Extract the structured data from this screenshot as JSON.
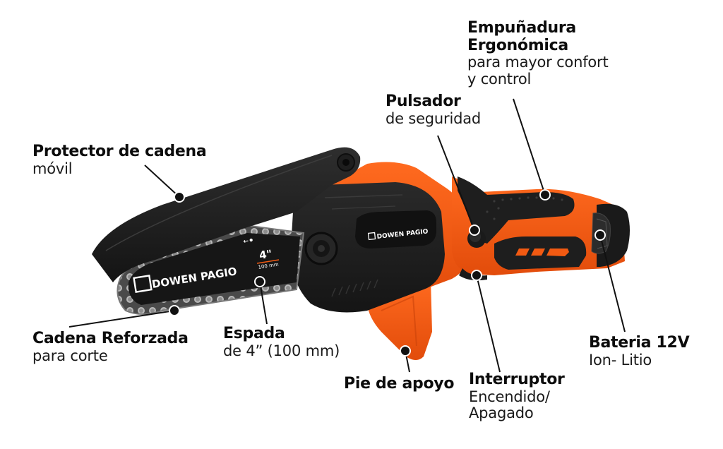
{
  "product": {
    "brand": "DOWEN PAGIO",
    "blade_size": "4\"",
    "blade_size_metric": "100 mm",
    "colors": {
      "orange": "#f25a12",
      "black": "#1b1b1b",
      "chain": "#9a9a9a",
      "text": "#0c0c0c",
      "background": "#ffffff"
    }
  },
  "callouts": {
    "grip": {
      "title_line1": "Empuñadura",
      "title_line2": "Ergonómica",
      "sub_line1": "para mayor confort",
      "sub_line2": "y control"
    },
    "safety": {
      "title": "Pulsador",
      "sub": "de seguridad"
    },
    "guard": {
      "title": "Protector de cadena",
      "sub": "móvil"
    },
    "chain": {
      "title": "Cadena Reforzada",
      "sub": "para corte"
    },
    "bar": {
      "title": "Espada",
      "sub": "de 4” (100 mm)"
    },
    "foot": {
      "title": "Pie de apoyo"
    },
    "switch": {
      "title": "Interruptor",
      "sub_line1": "Encendido/",
      "sub_line2": "Apagado"
    },
    "battery": {
      "title": "Bateria 12V",
      "sub": "Ion- Litio"
    }
  }
}
